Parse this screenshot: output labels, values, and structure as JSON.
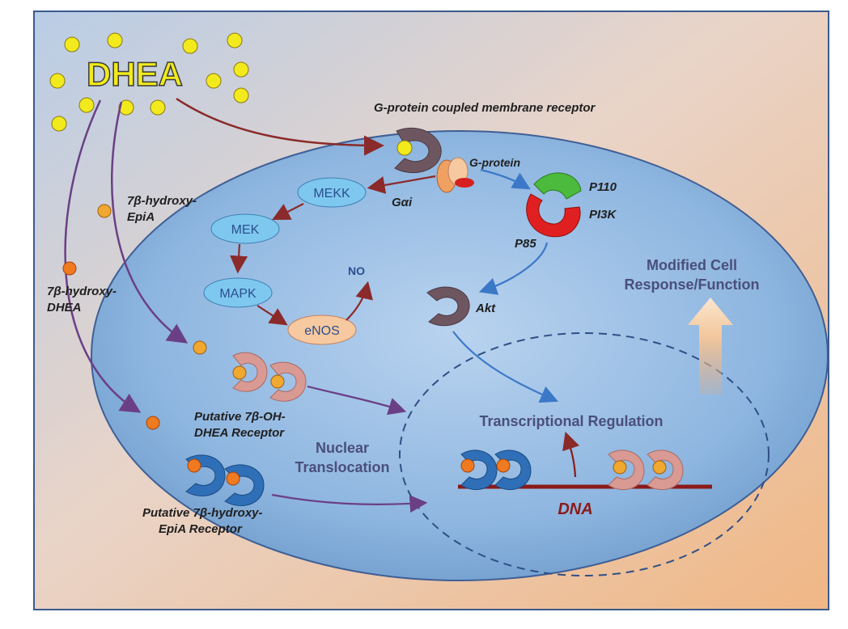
{
  "labels": {
    "dhea": "DHEA",
    "gpcr": "G-protein coupled membrane receptor",
    "gprotein": "G-protein",
    "gai": "Gαi",
    "mekk": "MEKK",
    "mek": "MEK",
    "mapk": "MAPK",
    "enos": "eNOS",
    "no": "NO",
    "p110": "P110",
    "pi3k": "PI3K",
    "p85": "P85",
    "akt": "Akt",
    "hydroxy_epia_1": "7β-hydroxy-",
    "hydroxy_epia_2": "EpiA",
    "hydroxy_dhea_1": "7β-hydroxy-",
    "hydroxy_dhea_2": "DHEA",
    "modified_1": "Modified Cell",
    "modified_2": "Response/Function",
    "putative_dhea_1": "Putative 7β-OH-",
    "putative_dhea_2": "DHEA Receptor",
    "putative_epia_1": "Putative 7β-hydroxy-",
    "putative_epia_2": "EpiA Receptor",
    "nuclear_1": "Nuclear",
    "nuclear_2": "Translocation",
    "transcription": "Transcriptional Regulation",
    "dna": "DNA"
  },
  "colors": {
    "dhea_ligand": "#f2ea1c",
    "epia_ligand": "#f0a830",
    "dhea_metabolite": "#f07a20",
    "node_fill": "#7ec8f0",
    "enos_fill": "#f7c9a0",
    "receptor_brown": "#6e5661",
    "receptor_pink": "#d99a94",
    "receptor_blue": "#2f6fb8",
    "arrow_red": "#8b2a2a",
    "arrow_purple": "#6b3f86",
    "arrow_blue": "#3c78c8",
    "dna_line": "#8b1a1a"
  }
}
